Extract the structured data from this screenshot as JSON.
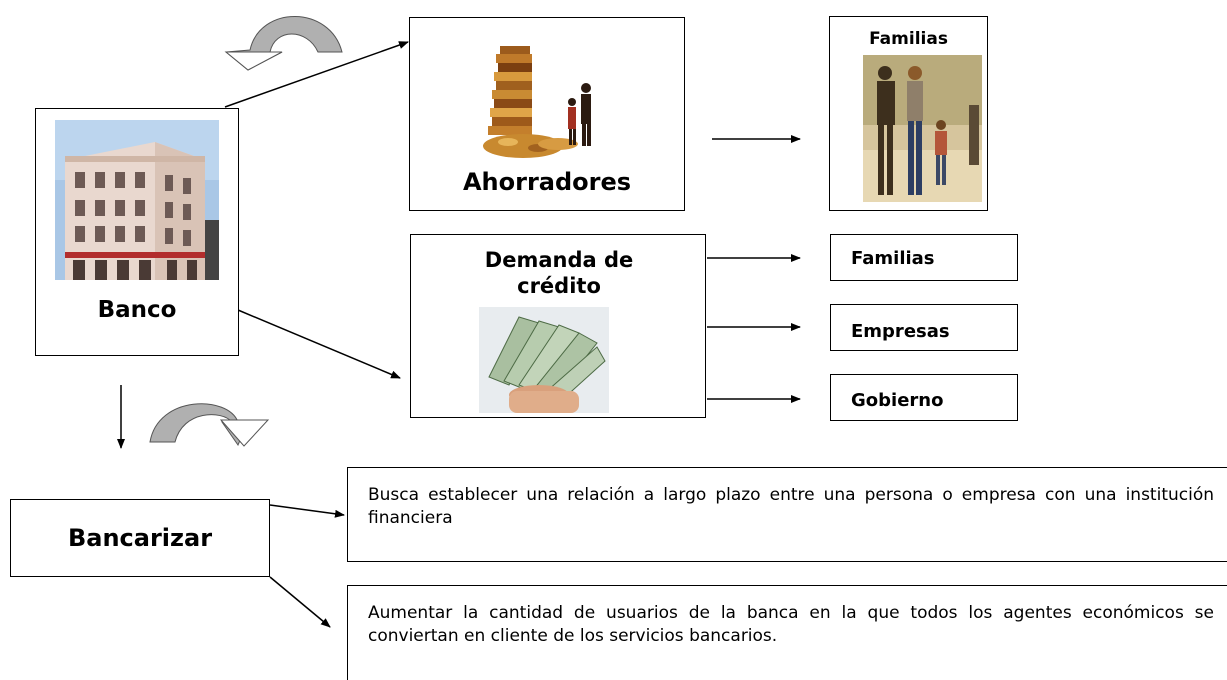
{
  "banco": {
    "label": "Banco"
  },
  "ahorradores": {
    "label": "Ahorradores"
  },
  "demanda": {
    "label": "Demanda de crédito"
  },
  "familias_photo": {
    "label": "Familias"
  },
  "credit_targets": [
    {
      "label": "Familias"
    },
    {
      "label": "Empresas"
    },
    {
      "label": "Gobierno"
    }
  ],
  "bancarizar": {
    "label": "Bancarizar"
  },
  "descriptions": [
    {
      "text": "Busca establecer una relación a largo plazo entre una persona  o empresa  con una institución financiera"
    },
    {
      "text": "Aumentar  la cantidad de usuarios  de la banca  en la que todos los agentes económicos  se conviertan en cliente  de los servicios bancarios."
    }
  ],
  "icons": {
    "curved_arrow_top": "curved-arrow-left",
    "curved_arrow_bottom": "curved-arrow-right"
  }
}
